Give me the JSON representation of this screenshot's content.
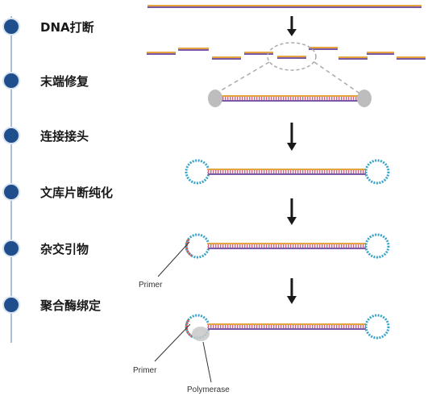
{
  "steps": [
    {
      "label": "DNA打断"
    },
    {
      "label": "末端修复"
    },
    {
      "label": "连接接头"
    },
    {
      "label": "文库片断纯化"
    },
    {
      "label": "杂交引物"
    },
    {
      "label": "聚合酶绑定"
    }
  ],
  "annotations": {
    "primer_1": "Primer",
    "primer_2": "Primer",
    "polymerase": "Polymerase"
  },
  "colors": {
    "timeline": "#a9bfd4",
    "step_dot": "#1f4e8c",
    "dna_top": "#e6a23c",
    "dna_bottom": "#7a5aa6",
    "adapter": "#3aa3c7",
    "end_cap": "#bdbdbd",
    "arrow": "#1a1a1a"
  }
}
